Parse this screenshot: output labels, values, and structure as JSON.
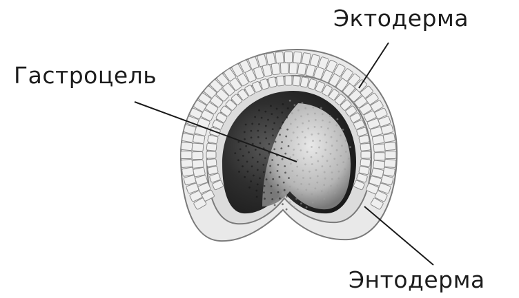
{
  "labels": {
    "ectoderm": "Эктодерма",
    "gastrocoel": "Гастроцель",
    "endoderm": "Энтодерма"
  },
  "colors": {
    "background": "#ffffff",
    "cell_fill": "#e9e9e9",
    "cell_stroke": "#8a8a8a",
    "cavity_dark": "#2a2a2a",
    "leader_line": "#1a1a1a"
  }
}
